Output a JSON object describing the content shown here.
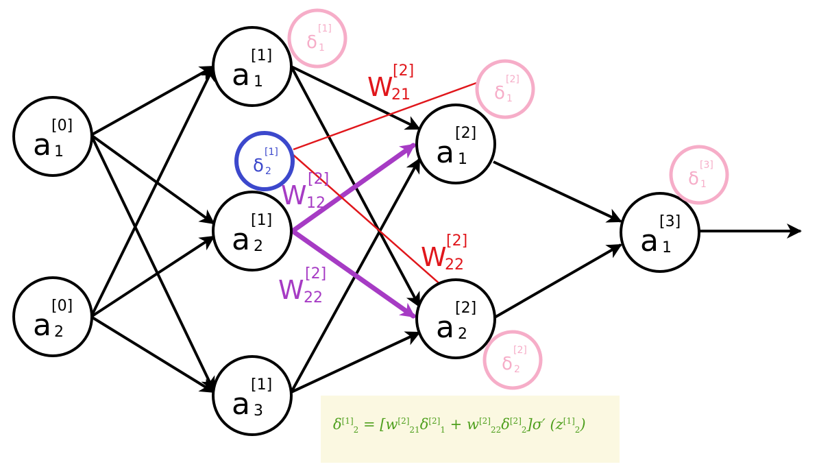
{
  "nodes": [
    {
      "id": "a1-0",
      "base": "a",
      "sup": "[0]",
      "sub": "1"
    },
    {
      "id": "a2-0",
      "base": "a",
      "sup": "[0]",
      "sub": "2"
    },
    {
      "id": "a1-1",
      "base": "a",
      "sup": "[1]",
      "sub": "1"
    },
    {
      "id": "a2-1",
      "base": "a",
      "sup": "[1]",
      "sub": "2"
    },
    {
      "id": "a3-1",
      "base": "a",
      "sup": "[1]",
      "sub": "3"
    },
    {
      "id": "a1-2",
      "base": "a",
      "sup": "[2]",
      "sub": "1"
    },
    {
      "id": "a2-2",
      "base": "a",
      "sup": "[2]",
      "sub": "2"
    },
    {
      "id": "a1-3",
      "base": "a",
      "sup": "[3]",
      "sub": "1"
    }
  ],
  "deltas": [
    {
      "id": "d1-1",
      "base": "δ",
      "sup": "[1]",
      "sub": "1"
    },
    {
      "id": "d1-2",
      "base": "δ",
      "sup": "[2]",
      "sub": "1"
    },
    {
      "id": "d2-2",
      "base": "δ",
      "sup": "[2]",
      "sub": "2"
    },
    {
      "id": "d1-3",
      "base": "δ",
      "sup": "[3]",
      "sub": "1"
    }
  ],
  "focus_delta": {
    "base": "δ",
    "sup": "[1]",
    "sub": "2"
  },
  "weight_labels": [
    {
      "id": "w21-red",
      "base": "W",
      "sup": "[2]",
      "sub": "21",
      "color": "#e0161b"
    },
    {
      "id": "w22-red",
      "base": "W",
      "sup": "[2]",
      "sub": "22",
      "color": "#e0161b"
    },
    {
      "id": "w12-purple",
      "base": "W",
      "sup": "[2]",
      "sub": "12",
      "color": "#a63bc4"
    },
    {
      "id": "w22-purple",
      "base": "W",
      "sup": "[2]",
      "sub": "22",
      "color": "#a63bc4"
    }
  ],
  "formula": {
    "lhs": "δ",
    "lhs_sub": "2",
    "lhs_sup": "[1]",
    "eq": " = [",
    "w1": "w",
    "w1_sub": "21",
    "w1_sup": "[2]",
    "d1": "δ",
    "d1_sub": "1",
    "d1_sup": "[2]",
    "plus": " + ",
    "w2": "w",
    "w2_sub": "22",
    "w2_sup": "[2]",
    "d2": "δ",
    "d2_sub": "2",
    "d2_sup": "[2]",
    "close": "]",
    "sigma": "σ′",
    "open_paren": " (",
    "z": "z",
    "z_sub": "2",
    "z_sup": "[1]",
    "close_paren": ")"
  },
  "colors": {
    "node_stroke": "#000000",
    "delta_pink": "#f6adc8",
    "focus_blue": "#3c48cc",
    "weight_red": "#e0161b",
    "weight_purple": "#a63bc4",
    "formula_green": "#4e9f1d",
    "formula_bg": "#fbf8e1"
  }
}
